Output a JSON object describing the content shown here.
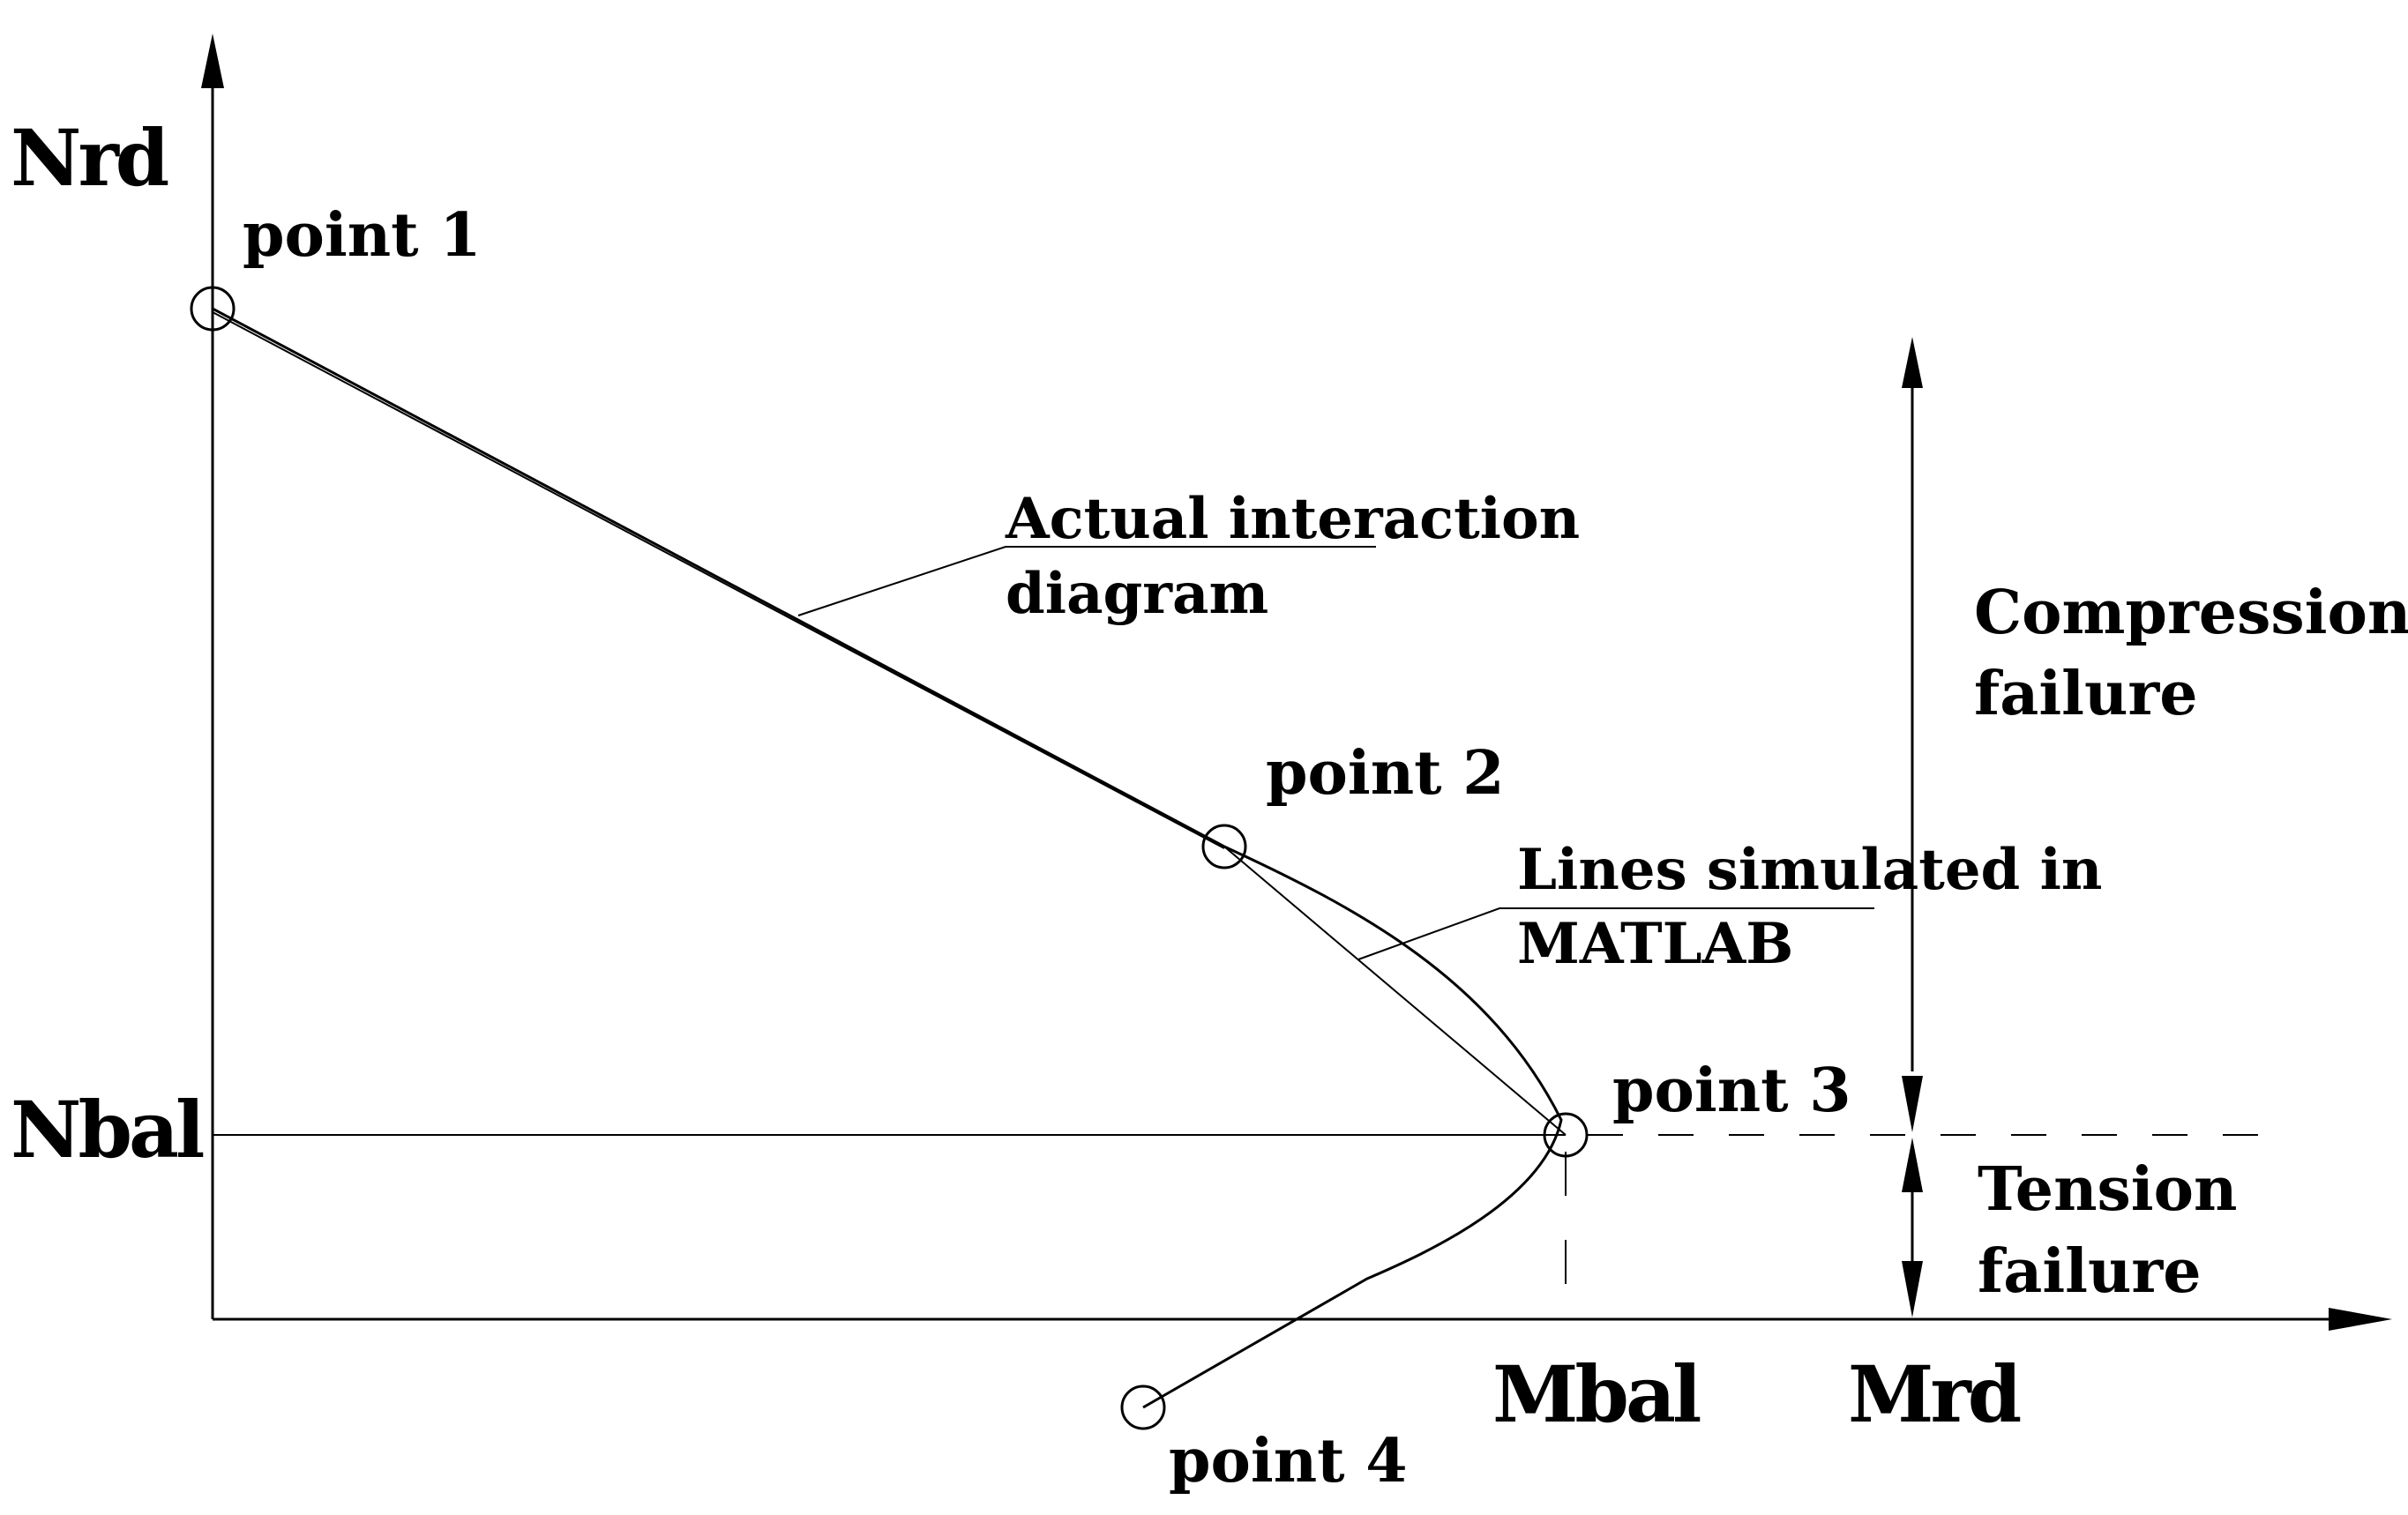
{
  "axes": {
    "y_label": "Nrd",
    "x_label": "Mrd",
    "y_balanced_label": "Nbal",
    "x_balanced_label": "Mbal"
  },
  "points": [
    {
      "label": "point 1"
    },
    {
      "label": "point 2"
    },
    {
      "label": "point 3"
    },
    {
      "label": "point 4"
    }
  ],
  "annotations": {
    "actual_line1": "Actual interaction",
    "actual_line2": "diagram",
    "simulated_line1": "Lines simulated in",
    "simulated_line2": "MATLAB"
  },
  "zones": {
    "compression_line1": "Compression",
    "compression_line2": "failure",
    "tension_line1": "Tension",
    "tension_line2": "failure"
  }
}
